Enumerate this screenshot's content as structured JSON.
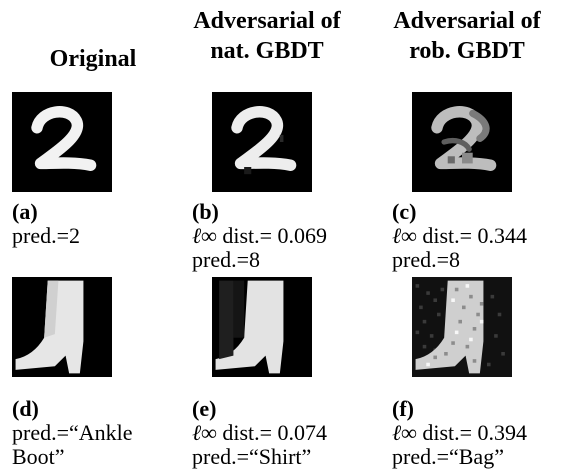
{
  "columns": {
    "original": {
      "line1": "Original"
    },
    "nat": {
      "line1": "Adversarial of",
      "line2": "nat. GBDT"
    },
    "rob": {
      "line1": "Adversarial of",
      "line2": "rob. GBDT"
    }
  },
  "captions": {
    "a": {
      "label": "(a)",
      "pred": "pred.=2"
    },
    "b": {
      "label": "(b)",
      "dist_prefix": "ℓ∞",
      "dist": " dist.= 0.069",
      "pred": "pred.=8"
    },
    "c": {
      "label": "(c)",
      "dist_prefix": "ℓ∞",
      "dist": " dist.= 0.344",
      "pred": "pred.=8"
    },
    "d": {
      "label": "(d)",
      "pred1": "pred.=“Ankle",
      "pred2": "Boot”"
    },
    "e": {
      "label": "(e)",
      "dist_prefix": "ℓ∞",
      "dist": " dist.= 0.074",
      "pred": "pred.=“Shirt”"
    },
    "f": {
      "label": "(f)",
      "dist_prefix": "ℓ∞",
      "dist": " dist.= 0.394",
      "pred": "pred.=“Bag”"
    }
  }
}
